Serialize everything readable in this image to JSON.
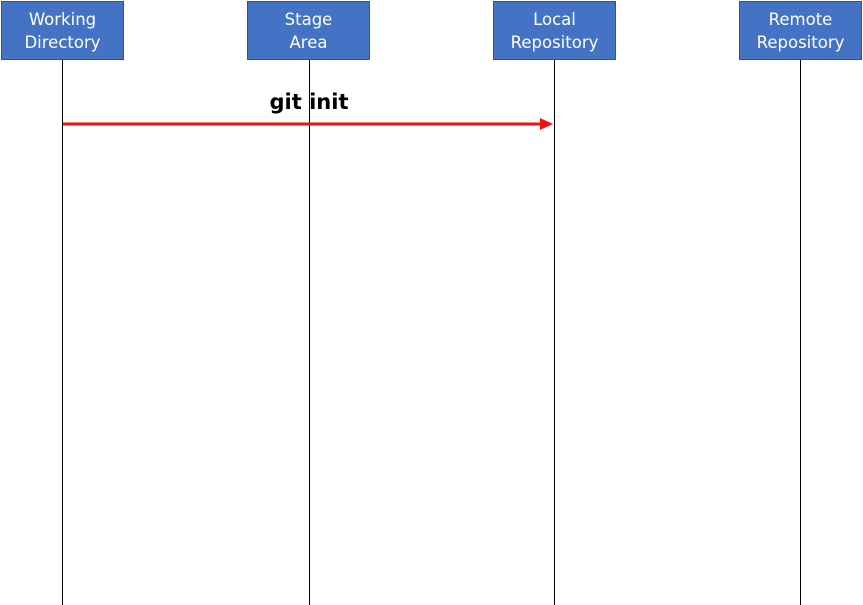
{
  "participants": [
    {
      "label": "Working\nDirectory"
    },
    {
      "label": "Stage\nArea"
    },
    {
      "label": "Local\nRepository"
    },
    {
      "label": "Remote\nRepository"
    }
  ],
  "messages": [
    {
      "label": "git init",
      "from": "Working\nDirectory",
      "to": "Local\nRepository",
      "color": "#ee1111"
    }
  ],
  "colors": {
    "box_fill": "#4472c4",
    "box_text": "#ffffff",
    "lifeline": "#000000"
  }
}
